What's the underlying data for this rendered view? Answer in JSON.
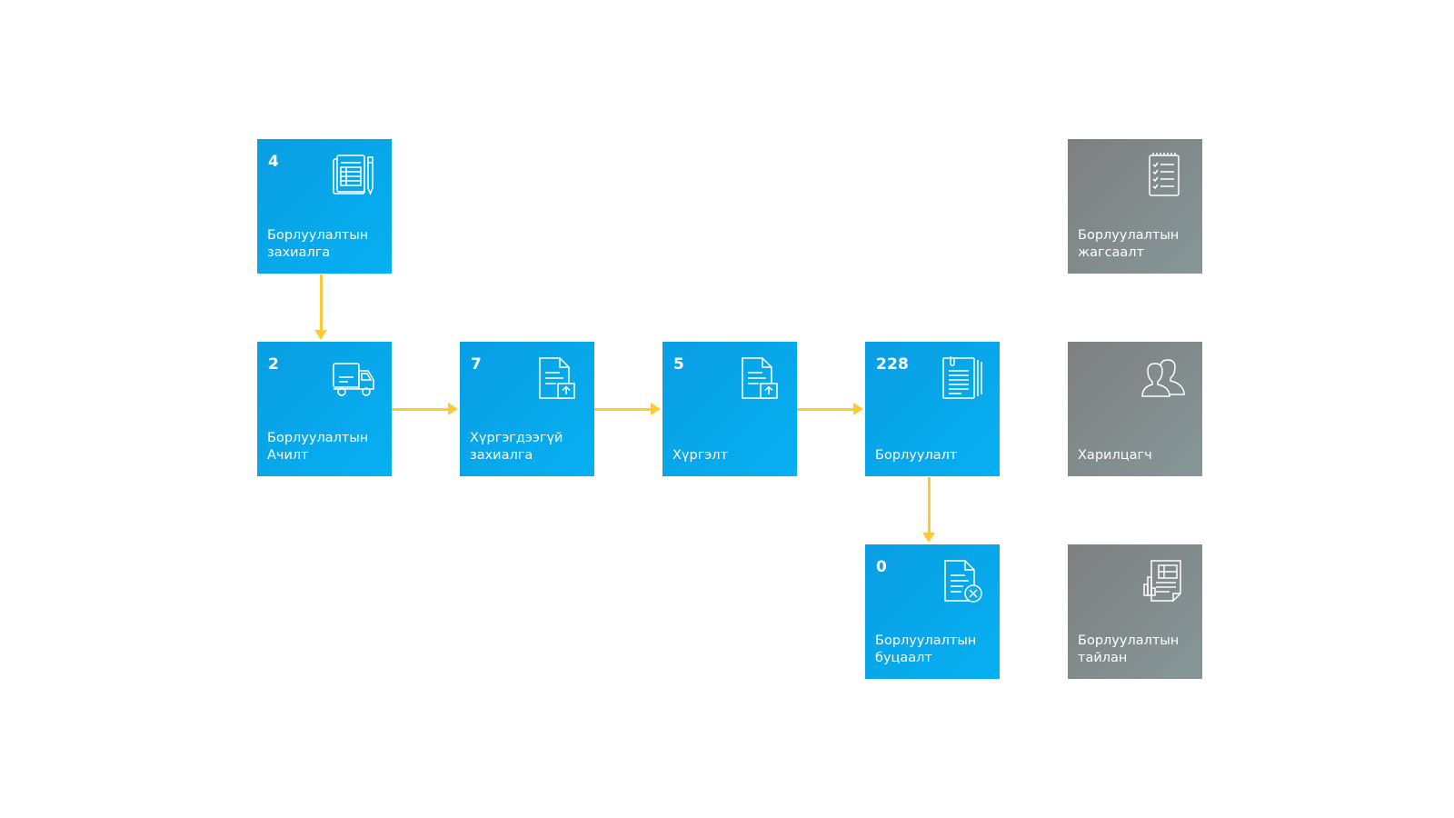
{
  "tiles": {
    "sales_order": {
      "count": "4",
      "label": "Борлуулалтын\nзахиалга",
      "icon": "order-form-icon"
    },
    "sales_loading": {
      "count": "2",
      "label": "Борлуулалтын\nАчилт",
      "icon": "truck-icon"
    },
    "undelivered": {
      "count": "7",
      "label": "Хүргэгдээгүй\nзахиалга",
      "icon": "document-upload-icon"
    },
    "delivery": {
      "count": "5",
      "label": "Хүргэлт",
      "icon": "document-upload-icon"
    },
    "sales": {
      "count": "228",
      "label": "Борлуулалт",
      "icon": "document-stack-icon"
    },
    "sales_return": {
      "count": "0",
      "label": "Борлуулалтын\nбуцаалт",
      "icon": "document-cancel-icon"
    },
    "sales_list": {
      "label": "Борлуулалтын\nжагсаалт",
      "icon": "checklist-icon"
    },
    "customers": {
      "label": "Харилцагч",
      "icon": "users-icon"
    },
    "sales_report": {
      "label": "Борлуулалтын\nтайлан",
      "icon": "report-icon"
    }
  },
  "colors": {
    "tile_blue": "#06a8ec",
    "tile_gray": "#828b8c",
    "arrow": "#fec937"
  }
}
